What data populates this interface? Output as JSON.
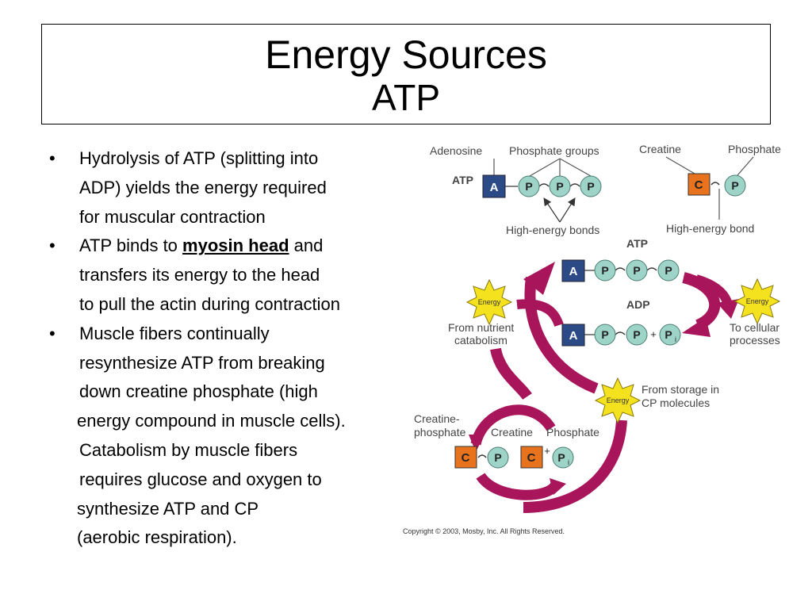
{
  "title": {
    "line1": "Energy Sources",
    "line2": "ATP"
  },
  "bullets": [
    {
      "l1": "Hydrolysis of ATP (splitting into",
      "l2": "ADP) yields the energy required",
      "l3": "for muscular contraction"
    },
    {
      "pre": "ATP binds to ",
      "emph": "myosin head",
      "post": " and",
      "l2": "transfers its energy to the head",
      "l3": "to pull the actin during contraction"
    },
    {
      "l1": "Muscle fibers continually",
      "l2": "resynthesize ATP from breaking",
      "l3": "down creatine phosphate (high",
      "l4": "energy compound in muscle cells).",
      "l5": "Catabolism by muscle fibers",
      "l6": "requires glucose and oxygen to",
      "l7": "synthesize ATP and CP",
      "l8": "(aerobic respiration)."
    }
  ],
  "bullet_symbol": "•",
  "diagram": {
    "adenosine": "Adenosine",
    "phosphate_groups": "Phosphate groups",
    "atp": "ATP",
    "a": "A",
    "p": "P",
    "c": "C",
    "pi": "P",
    "pi_sub": "i",
    "plus": "+",
    "high_energy_bonds": "High-energy bonds",
    "creatine": "Creatine",
    "phosphate": "Phosphate",
    "high_energy_bond": "High-energy bond",
    "adp": "ADP",
    "energy": "Energy",
    "from_nutrient": "From nutrient",
    "catabolism": "catabolism",
    "to_cellular": "To cellular",
    "processes": "processes",
    "from_storage": "From storage in",
    "cp_molecules": "CP molecules",
    "creatine_dash": "Creatine-",
    "phosphate_lower": "phosphate",
    "copyright": "Copyright © 2003, Mosby, Inc. All Rights Reserved."
  },
  "colors": {
    "adenosine_box": "#2c4b86",
    "phosphate_circle": "#9ed3c8",
    "creatine_box": "#e8731c",
    "arrow": "#a8155a",
    "starburst": "#f5e21f"
  }
}
